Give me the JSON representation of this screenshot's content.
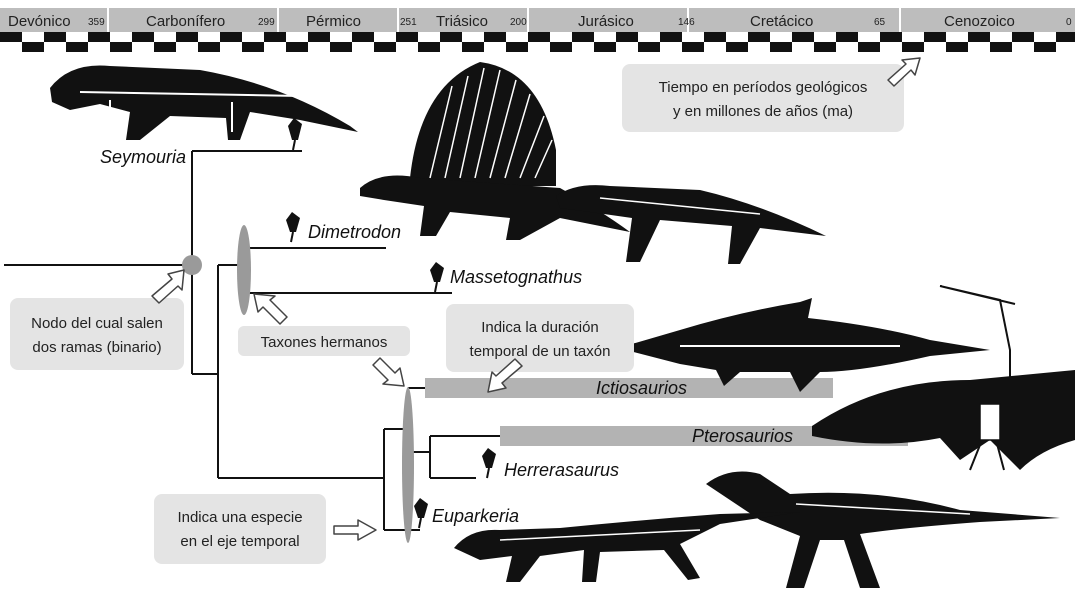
{
  "timescale": {
    "periods": [
      "Devónico",
      "Carbonífero",
      "Pérmico",
      "Triásico",
      "Jurásico",
      "Cretácico",
      "Cenozoico"
    ],
    "ages": [
      "359",
      "299",
      "251",
      "200",
      "146",
      "65",
      "0"
    ]
  },
  "taxa": {
    "seymouria": "Seymouria",
    "dimetrodon": "Dimetrodon",
    "massetognathus": "Massetognathus",
    "ictiosaurios": "Ictiosaurios",
    "pterosaurios": "Pterosaurios",
    "herrerasaurus": "Herrerasaurus",
    "euparkeria": "Euparkeria"
  },
  "notes": {
    "tiempo_line1": "Tiempo en períodos geológicos",
    "tiempo_line2": "y en millones de años (ma)",
    "nodo_line1": "Nodo del cual salen",
    "nodo_line2": "dos ramas (binario)",
    "hermanos": "Taxones hermanos",
    "duracion_line1": "Indica la duración",
    "duracion_line2": "temporal de un taxón",
    "especie_line1": "Indica una especie",
    "especie_line2": "en el eje temporal"
  },
  "colors": {
    "period_bar": "#bdbdbd",
    "callout_box": "#e4e4e4",
    "range_bar": "#b3b3b3",
    "highlight": "#9a9a9a",
    "ink": "#111111"
  }
}
